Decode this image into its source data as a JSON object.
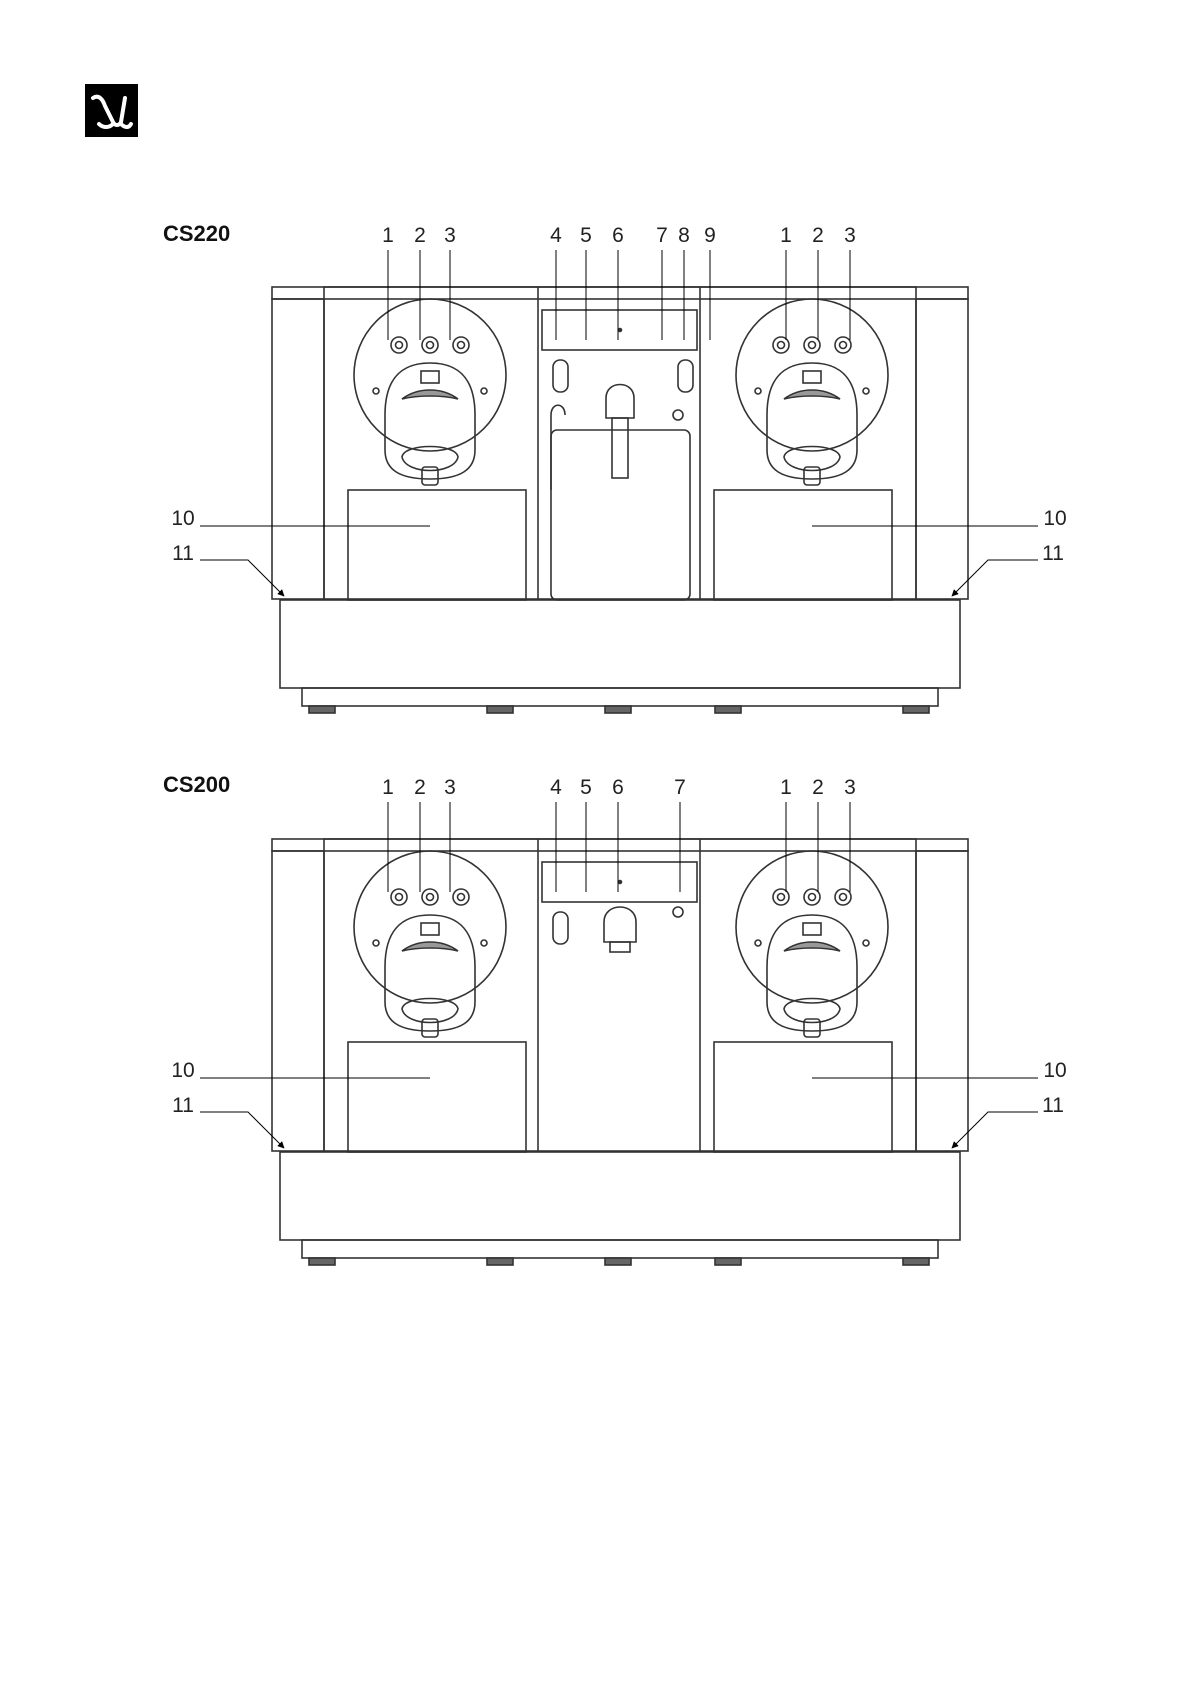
{
  "logo": {
    "icon": "nespresso-logo-icon"
  },
  "diagrams": [
    {
      "model": "CS220",
      "callouts_top": [
        "1",
        "2",
        "3",
        "4",
        "5",
        "6",
        "7",
        "8",
        "9",
        "1",
        "2",
        "3"
      ],
      "callout_left_spout": "10",
      "callout_left_foot": "11",
      "callout_right_spout": "10",
      "callout_right_foot": "11",
      "has_steam_wand": true
    },
    {
      "model": "CS200",
      "callouts_top": [
        "1",
        "2",
        "3",
        "4",
        "5",
        "6",
        "7",
        "1",
        "2",
        "3"
      ],
      "callout_left_spout": "10",
      "callout_left_foot": "11",
      "callout_right_spout": "10",
      "callout_right_foot": "11",
      "has_steam_wand": false
    }
  ]
}
